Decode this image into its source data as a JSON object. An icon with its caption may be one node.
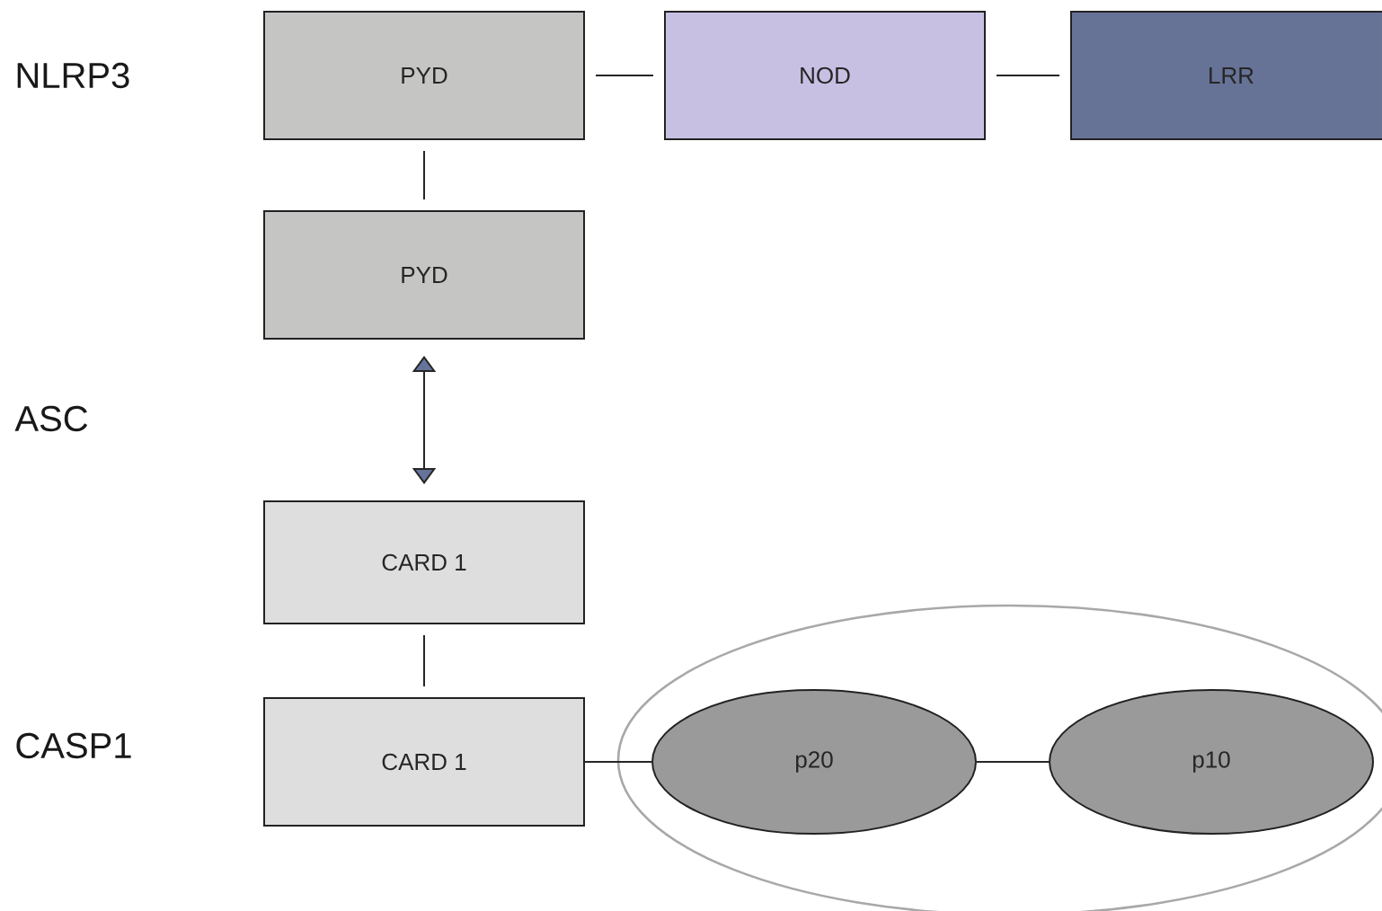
{
  "diagram": {
    "nodes": [
      {
        "text": [
          "PYD"
        ]
      },
      {
        "text": [
          "NOD"
        ]
      },
      {
        "text": [
          "LRR"
        ]
      },
      {
        "text": [
          "PYD"
        ]
      },
      {
        "text": [
          "CARD 1"
        ]
      },
      {
        "text": [
          "CARD 1"
        ]
      },
      {
        "text": [],
        "shape": "ellipse"
      },
      {
        "text": [
          "p20"
        ],
        "in": 6
      },
      {
        "text": [
          "p10"
        ],
        "in": 6
      }
    ],
    "edges": [
      {
        "from": 0,
        "to": 1,
        "arrow": "none"
      },
      {
        "from": 1,
        "to": 2,
        "arrow": "none"
      },
      {
        "from": 0,
        "to": 3,
        "arrow": "none"
      },
      {
        "from": 3,
        "to": 4,
        "arrow": "both"
      },
      {
        "from": 4,
        "to": 5,
        "arrow": "none"
      },
      {
        "from": 5,
        "to": 7,
        "arrow": "none"
      },
      {
        "from": 7,
        "to": 8,
        "arrow": "none"
      }
    ],
    "labels": [
      "NLRP3",
      "ASC",
      "CASP1"
    ]
  }
}
